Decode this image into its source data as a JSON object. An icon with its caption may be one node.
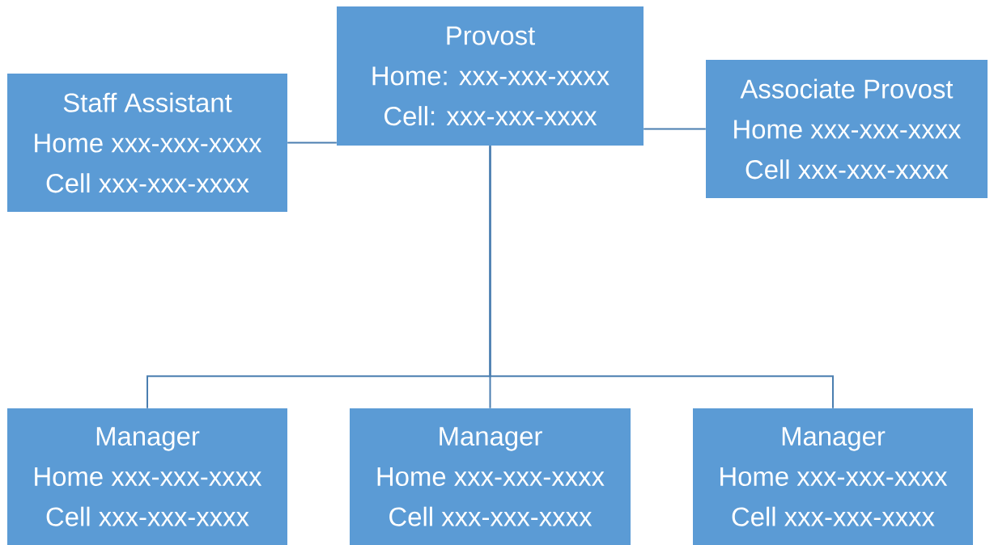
{
  "diagram": {
    "nodes": [
      {
        "text": [
          "Provost",
          "Home: xxx-xxx-xxxx",
          "Cell: xxx-xxx-xxxx"
        ]
      },
      {
        "text": [
          "Staff Assistant",
          "Home xxx-xxx-xxxx",
          "Cell xxx-xxx-xxxx"
        ]
      },
      {
        "text": [
          "Associate Provost",
          "Home xxx-xxx-xxxx",
          "Cell xxx-xxx-xxxx"
        ]
      },
      {
        "text": [
          "Manager",
          "Home xxx-xxx-xxxx",
          "Cell xxx-xxx-xxxx"
        ]
      },
      {
        "text": [
          "Manager",
          "Home xxx-xxx-xxxx",
          "Cell xxx-xxx-xxxx"
        ]
      },
      {
        "text": [
          "Manager",
          "Home xxx-xxx-xxxx",
          "Cell xxx-xxx-xxxx"
        ]
      }
    ],
    "edges": [
      {
        "from": 0,
        "to": 1,
        "arrow": "none"
      },
      {
        "from": 0,
        "to": 2,
        "arrow": "none"
      },
      {
        "from": 0,
        "to": 3,
        "arrow": "none"
      },
      {
        "from": 0,
        "to": 4,
        "arrow": "none"
      },
      {
        "from": 0,
        "to": 5,
        "arrow": "none"
      }
    ]
  }
}
